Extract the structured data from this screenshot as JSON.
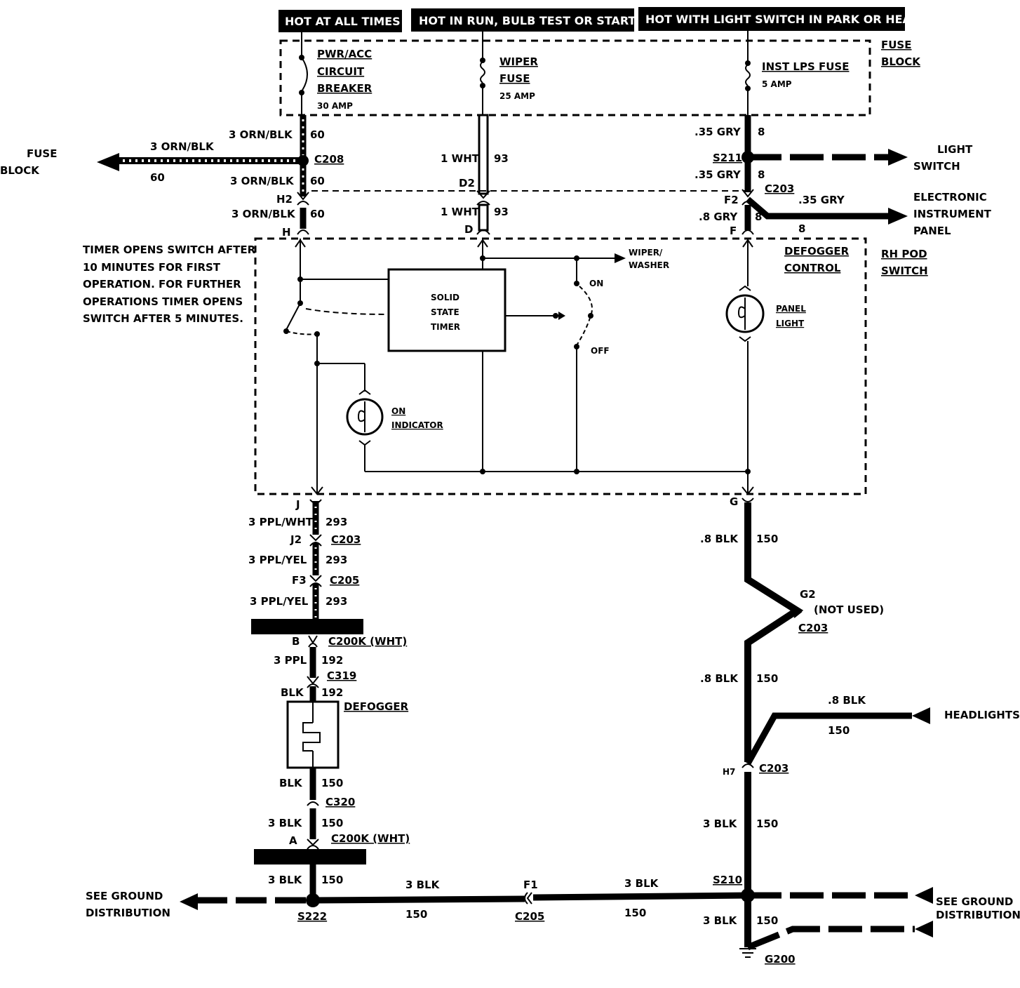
{
  "headers": {
    "hot_at_all_times": "HOT AT ALL TIMES",
    "hot_in_run": "HOT IN RUN, BULB TEST OR START",
    "hot_with_light_switch": "HOT WITH LIGHT SWITCH IN PARK OR HEAD"
  },
  "fuse_block": {
    "label_line1": "FUSE",
    "label_line2": "BLOCK",
    "breaker_line1": "PWR/ACC",
    "breaker_line2": "CIRCUIT",
    "breaker_line3": "BREAKER",
    "breaker_rating": "30 AMP",
    "wiper_line1": "WIPER",
    "wiper_line2": "FUSE",
    "wiper_rating": "25 AMP",
    "inst_line1": "INST LPS FUSE",
    "inst_rating": "5 AMP"
  },
  "left_branch": {
    "wire_top": "3 ORN/BLK",
    "circuit_top": "60",
    "fuse_block_line1": "FUSE",
    "fuse_block_line2": "BLOCK",
    "branch_wire": "3 ORN/BLK",
    "branch_circuit": "60",
    "splice": "C208",
    "wire_mid": "3 ORN/BLK",
    "circuit_mid": "60",
    "term_h2": "H2",
    "wire_low": "3 ORN/BLK",
    "circuit_low": "60",
    "term_h": "H"
  },
  "middle_branch": {
    "wire_top": "1 WHT",
    "circuit_top": "93",
    "term_d2": "D2",
    "wire_low": "1 WHT",
    "circuit_low": "93",
    "term_d": "D"
  },
  "right_branch": {
    "wire_top": ".35 GRY",
    "circuit_top": "8",
    "splice": "S211",
    "light_switch_line1": "LIGHT",
    "light_switch_line2": "SWITCH",
    "wire_mid": ".35 GRY",
    "circuit_mid": "8",
    "term_f2": "F2",
    "connector": "C203",
    "eip_wire": ".35 GRY",
    "eip_circuit": "8",
    "eip_line1": "ELECTRONIC",
    "eip_line2": "INSTRUMENT",
    "eip_line3": "PANEL",
    "wire_low": ".8 GRY",
    "circuit_low": "8",
    "term_f": "F"
  },
  "switch_box": {
    "timer_note_lines": [
      "TIMER OPENS SWITCH AFTER",
      "10 MINUTES FOR FIRST",
      "OPERATION.  FOR FURTHER",
      "OPERATIONS TIMER OPENS",
      "SWITCH AFTER 5 MINUTES."
    ],
    "timer_line1": "SOLID",
    "timer_line2": "STATE",
    "timer_line3": "TIMER",
    "wiper_washer_line1": "WIPER/",
    "wiper_washer_line2": "WASHER",
    "on": "ON",
    "off": "OFF",
    "defogger_control_line1": "DEFOGGER",
    "defogger_control_line2": "CONTROL",
    "rh_pod_line1": "RH POD",
    "rh_pod_line2": "SWITCH",
    "panel_light_line1": "PANEL",
    "panel_light_line2": "LIGHT",
    "on_indicator_line1": "ON",
    "on_indicator_line2": "INDICATOR"
  },
  "defogger_circuit": {
    "term_j": "J",
    "wire_1": "3 PPL/WHT",
    "circuit_1": "293",
    "term_j2": "J2",
    "conn_1": "C203",
    "wire_2": "3 PPL/YEL",
    "circuit_2": "293",
    "term_f3": "F3",
    "conn_2": "C205",
    "wire_3": "3 PPL/YEL",
    "circuit_3": "293",
    "term_b": "B",
    "conn_3": "C200K (WHT)",
    "wire_4": "3 PPL",
    "circuit_4": "192",
    "conn_4": "C319",
    "wire_5": "BLK",
    "circuit_5": "192",
    "defogger": "DEFOGGER",
    "wire_6": "BLK",
    "circuit_6": "150",
    "conn_5": "C320",
    "wire_7": "3 BLK",
    "circuit_7": "150",
    "term_a": "A",
    "conn_6": "C200K (WHT)",
    "wire_8": "3 BLK",
    "circuit_8": "150"
  },
  "ground_circuit": {
    "term_g": "G",
    "wire_1": ".8 BLK",
    "circuit_1": "150",
    "term_g2": "G2",
    "not_used": "(NOT USED)",
    "conn_1": "C203",
    "wire_2": ".8 BLK",
    "circuit_2": "150",
    "headlights_wire": ".8 BLK",
    "headlights_circuit": "150",
    "headlights": "HEADLIGHTS",
    "term_h7": "H7",
    "conn_2": "C203",
    "wire_3": "3 BLK",
    "circuit_3": "150",
    "splice_s210": "S210",
    "wire_4": "3 BLK",
    "circuit_4": "150",
    "ground": "G200",
    "see_ground_right_line1": "SEE GROUND",
    "see_ground_right_line2": "DISTRIBUTION"
  },
  "bottom_bus": {
    "see_ground_left_line1": "SEE GROUND",
    "see_ground_left_line2": "DISTRIBUTION",
    "splice_s222": "S222",
    "wire_left": "3 BLK",
    "circuit_left": "150",
    "term_f1": "F1",
    "conn": "C205",
    "wire_right": "3 BLK",
    "circuit_right": "150"
  }
}
